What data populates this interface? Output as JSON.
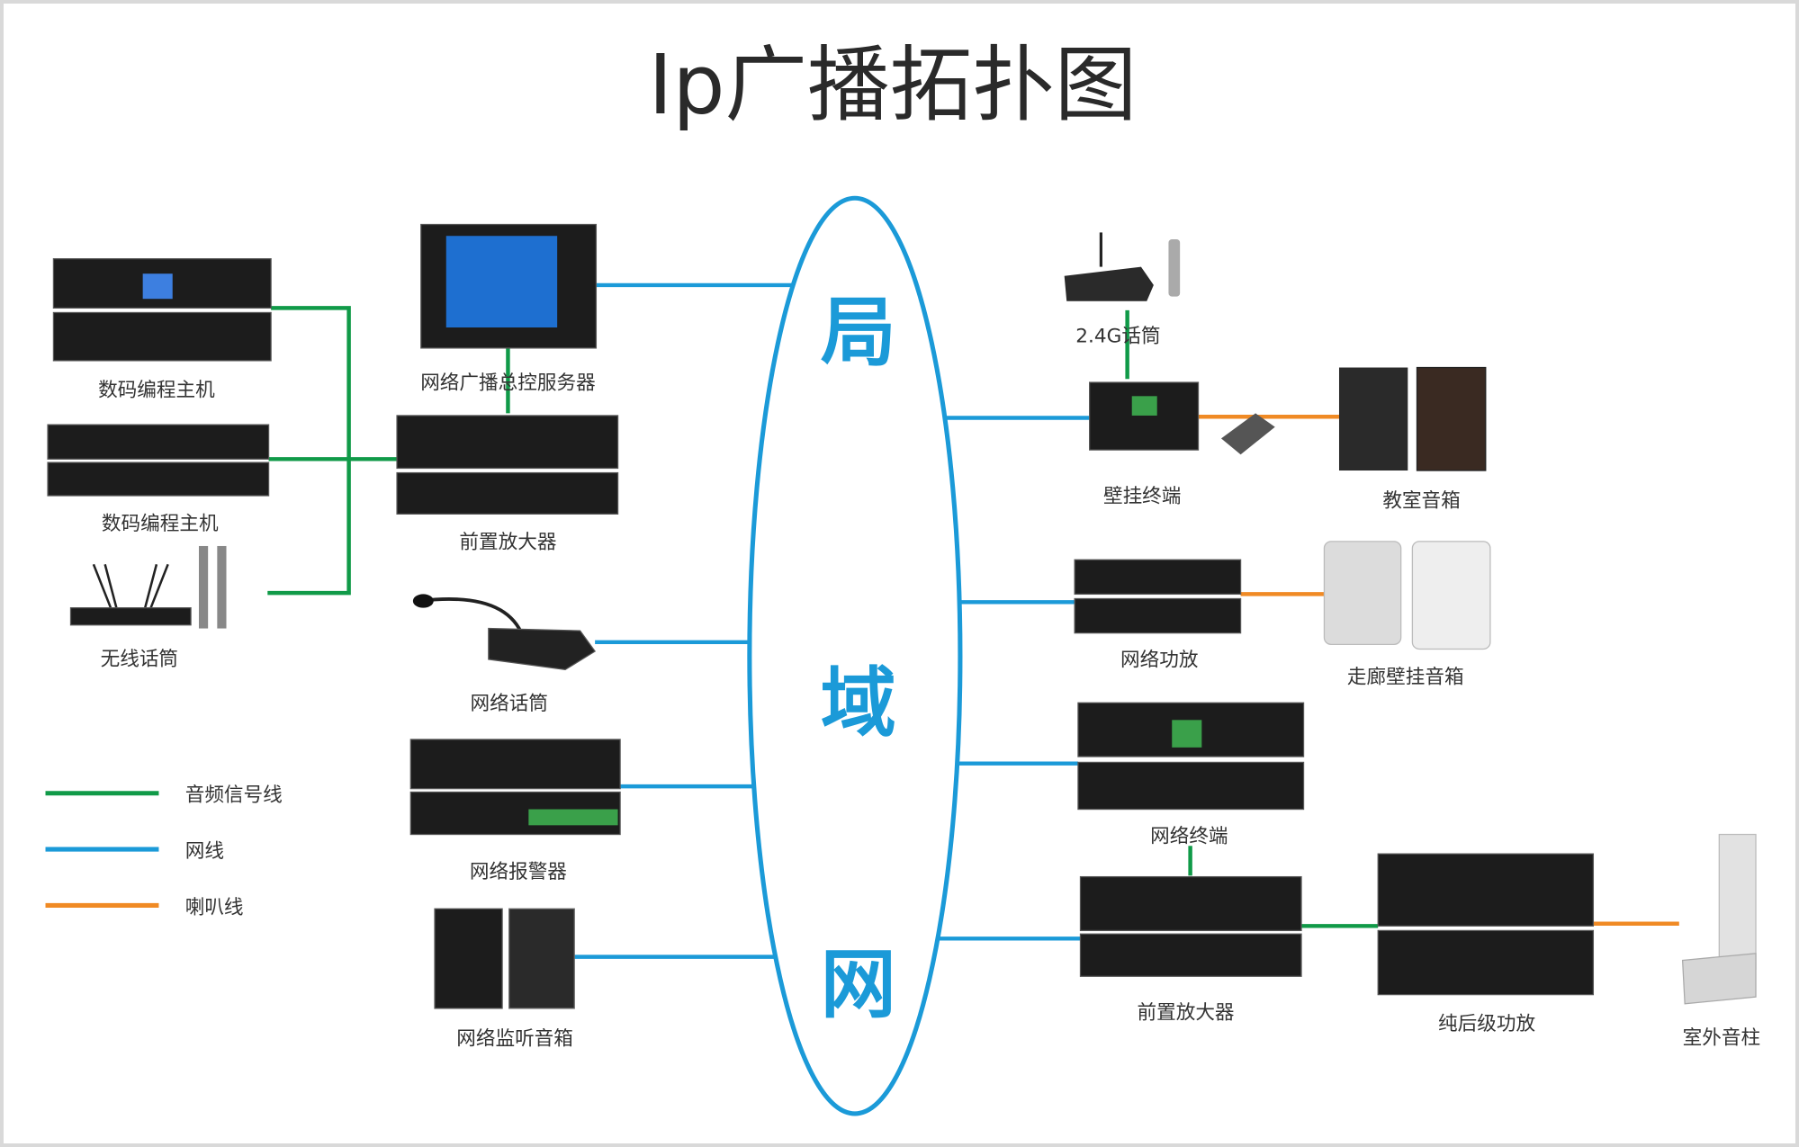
{
  "title": "Ip广播拓扑图",
  "lan_label": [
    "局",
    "域",
    "网"
  ],
  "colors": {
    "audio_line": "#109a48",
    "network_line": "#1b9ad8",
    "speaker_line": "#f08a24"
  },
  "legend": [
    {
      "label": "音频信号线",
      "color": "#109a48"
    },
    {
      "label": "网线",
      "color": "#1b9ad8"
    },
    {
      "label": "喇叭线",
      "color": "#f08a24"
    }
  ],
  "left_devices": {
    "digital_host_1": "数码编程主机",
    "digital_host_2": "数码编程主机",
    "wireless_mic": "无线话筒",
    "server": "网络广播总控服务器",
    "preamp": "前置放大器",
    "network_mic": "网络话筒",
    "alarm": "网络报警器",
    "monitor_speaker": "网络监听音箱"
  },
  "right_devices": {
    "mic_24g": "2.4G话筒",
    "wall_terminal": "壁挂终端",
    "classroom_speaker": "教室音箱",
    "network_amp": "网络功放",
    "corridor_speaker": "走廊壁挂音箱",
    "network_terminal": "网络终端",
    "preamp": "前置放大器",
    "power_amp": "纯后级功放",
    "outdoor_column": "室外音柱"
  }
}
